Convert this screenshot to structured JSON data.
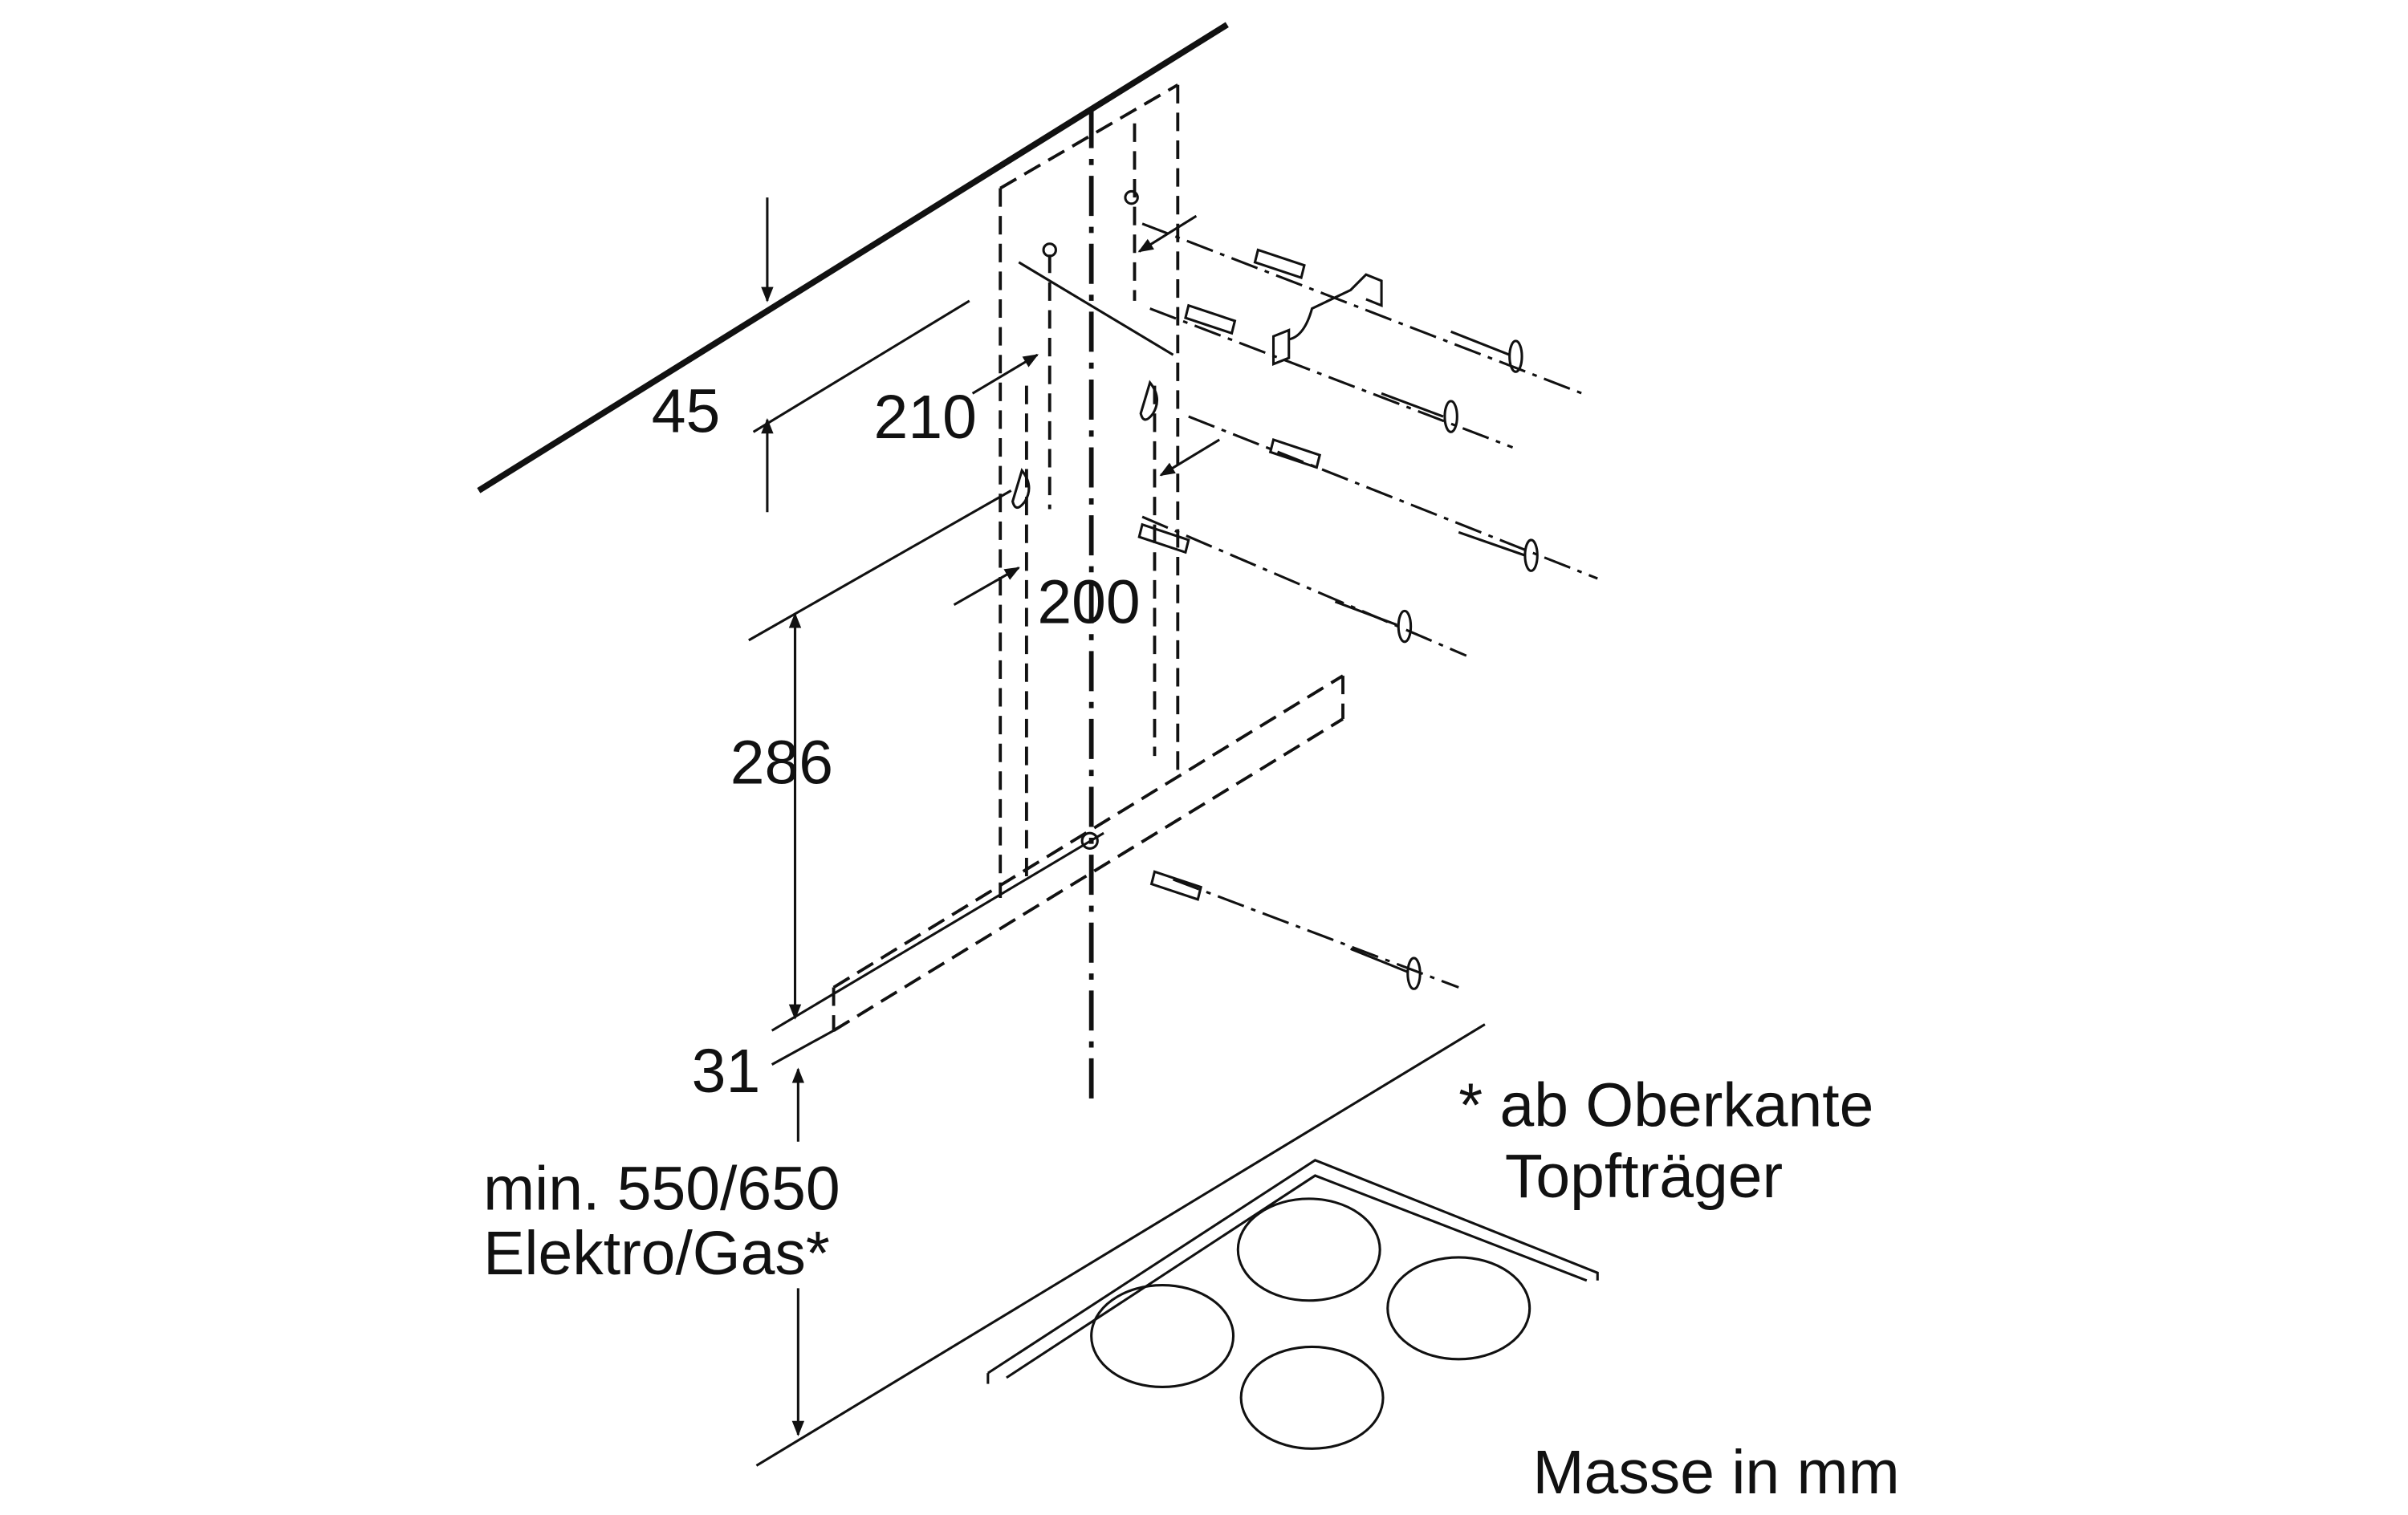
{
  "dimensions": {
    "d45": "45",
    "d210": "210",
    "d200": "200",
    "d286": "286",
    "d31": "31",
    "min_line1": "min. 550/650",
    "min_line2": "Elektro/Gas*"
  },
  "notes": {
    "footnote_line1": "* ab Oberkante",
    "footnote_line2": "Topfträger",
    "units": "Masse in mm"
  }
}
